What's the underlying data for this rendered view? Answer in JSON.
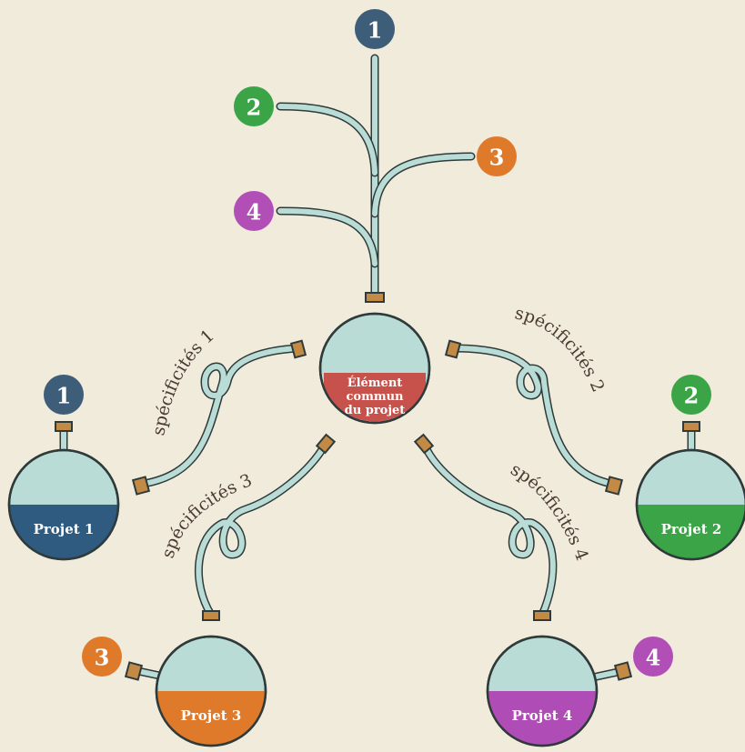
{
  "colors": {
    "background": "#f1ebdc",
    "glass": "#b9ddd6",
    "outline": "#2f3a3a",
    "cork": "#c28a45",
    "center_liquid": "#c7524c",
    "badge_1": "#3d5d78",
    "badge_2": "#3aa446",
    "badge_3": "#e07a2b",
    "badge_4": "#b24fb7",
    "projet_1": "#2f5b80",
    "projet_2": "#3aa446",
    "projet_3": "#e07a2b",
    "projet_4": "#b04cb5"
  },
  "badges": {
    "top": "1",
    "left_2": "2",
    "right_3": "3",
    "left_4": "4",
    "projet_1": "1",
    "projet_2": "2",
    "projet_3": "3",
    "projet_4": "4"
  },
  "center_flask": {
    "line1": "Élément",
    "line2": "commun",
    "line3": "du projet"
  },
  "projects": {
    "p1": "Projet 1",
    "p2": "Projet 2",
    "p3": "Projet 3",
    "p4": "Projet 4"
  },
  "specificites": {
    "s1": "spécificités 1",
    "s2": "spécificités 2",
    "s3": "spécificités 3",
    "s4": "spécificités 4"
  }
}
